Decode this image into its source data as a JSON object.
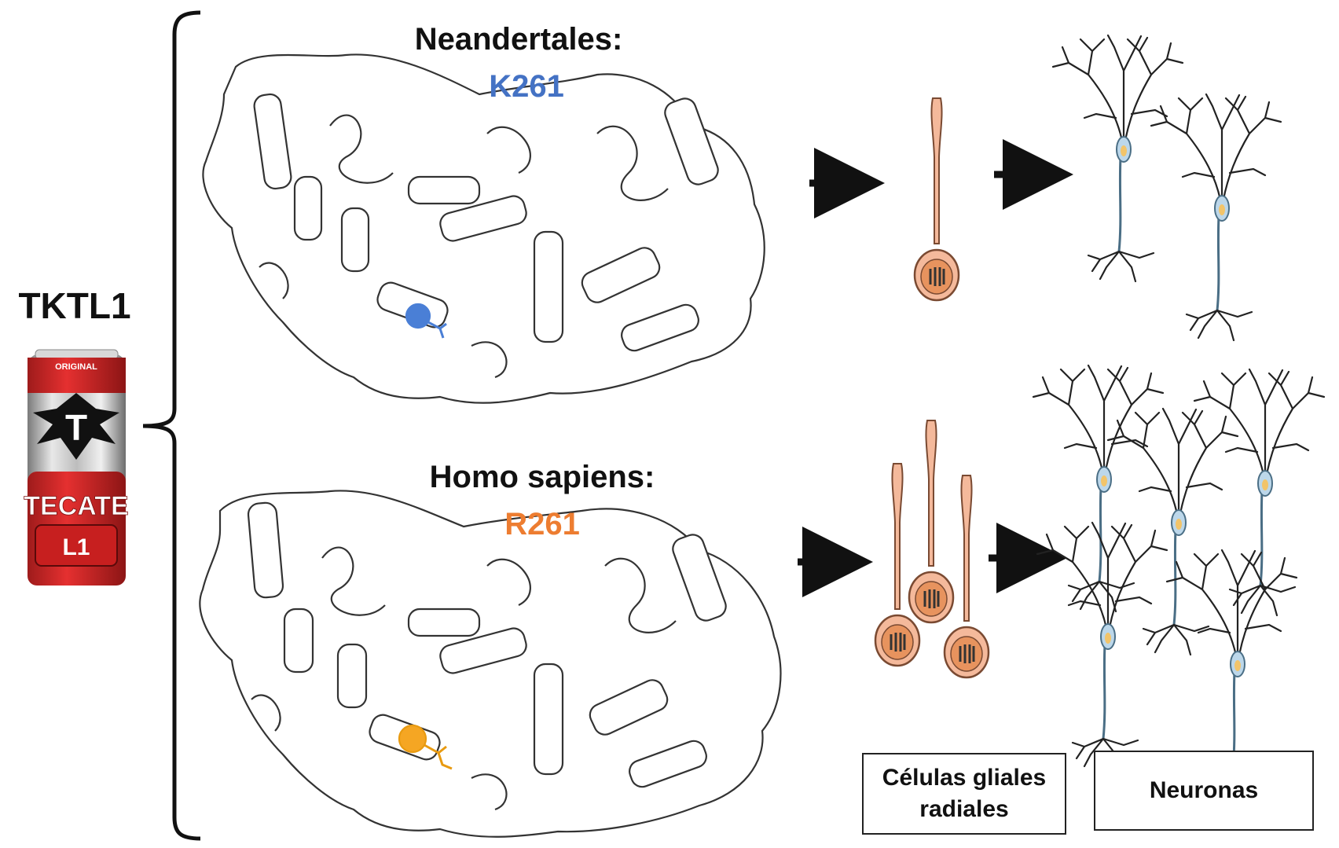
{
  "gene": {
    "label": "TKTL1"
  },
  "can": {
    "top_text": "ORIGINAL",
    "brand": "TECATE",
    "badge": "L1"
  },
  "neanderthal": {
    "title": "Neandertales:",
    "variant": "K261",
    "variant_color": "#4472c4"
  },
  "sapiens": {
    "title": "Homo sapiens:",
    "variant": "R261",
    "variant_color": "#ed7d31"
  },
  "labels": {
    "radial_glia": "Células gliales radiales",
    "neurons": "Neuronas"
  },
  "colors": {
    "glia_fill": "#f4b99b",
    "neuron_body": "#bcd7ea",
    "nucleus": "#f2c46a",
    "protein_outline": "#333333",
    "arrow": "#111111"
  }
}
